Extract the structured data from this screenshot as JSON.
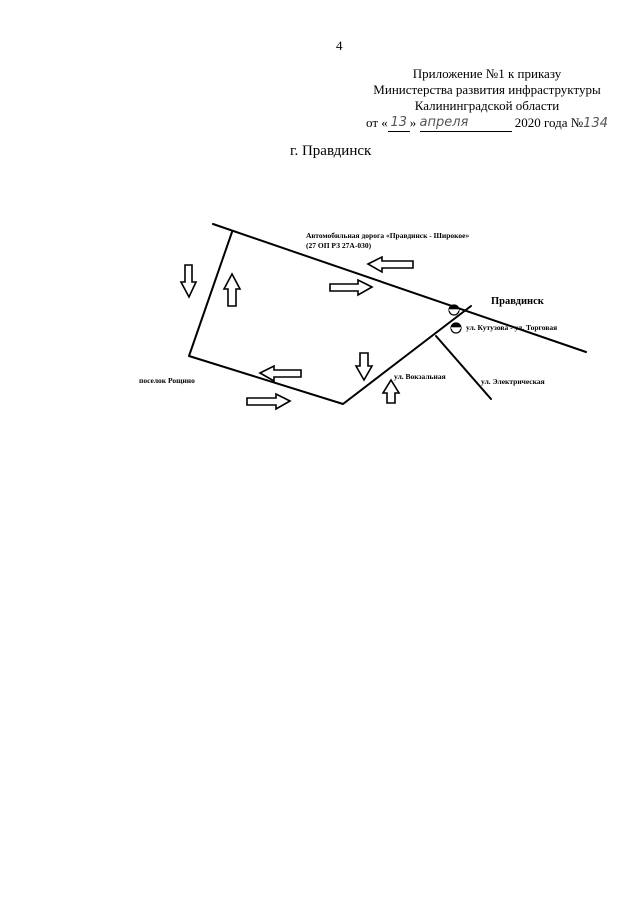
{
  "page_number": "4",
  "header": {
    "line1": "Приложение №1 к приказу",
    "line2": "Министерства развития инфраструктуры",
    "line3": "Калининградской области",
    "order_prefix": "от «",
    "order_day": "13",
    "order_mid": "»",
    "order_month": "апреля",
    "order_year_text": "2020 года №",
    "order_number": "134"
  },
  "city_title": "г. Правдинск",
  "map": {
    "road_label_line1": "Автомобильная дорога «Правдинск - Широкое»",
    "road_label_line2": "(27 ОП РЗ 27А-030)",
    "town_label": "Правдинск",
    "street_kutuzova": "ул. Кутузова - ул. Торговая",
    "street_vokzalnaya": "ул. Вокзальная",
    "street_elektricheskaya": "ул. Электрическая",
    "village_label": "поселок Рощино"
  }
}
